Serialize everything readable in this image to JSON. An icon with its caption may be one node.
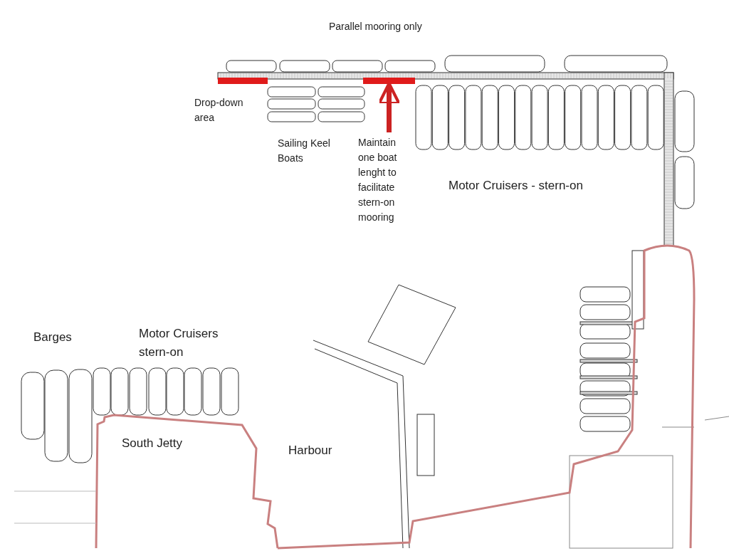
{
  "diagram": {
    "nodes": [
      {
        "text": [
          "Maintain one boat lenght to facilitate stern-on mooring"
        ]
      },
      {
        "text": [],
        "shape": "bar"
      }
    ],
    "edges": [
      {
        "from": 0,
        "to": 1,
        "arrow": "to",
        "color": "#cc2222"
      }
    ],
    "labels": [
      "Parallel mooring only",
      "Drop-down area",
      "Sailing Keel Boats",
      "Motor Cruisers - stern-on",
      "Barges",
      "Motor Cruisers stern-on",
      "South Jetty",
      "Harbour"
    ]
  }
}
